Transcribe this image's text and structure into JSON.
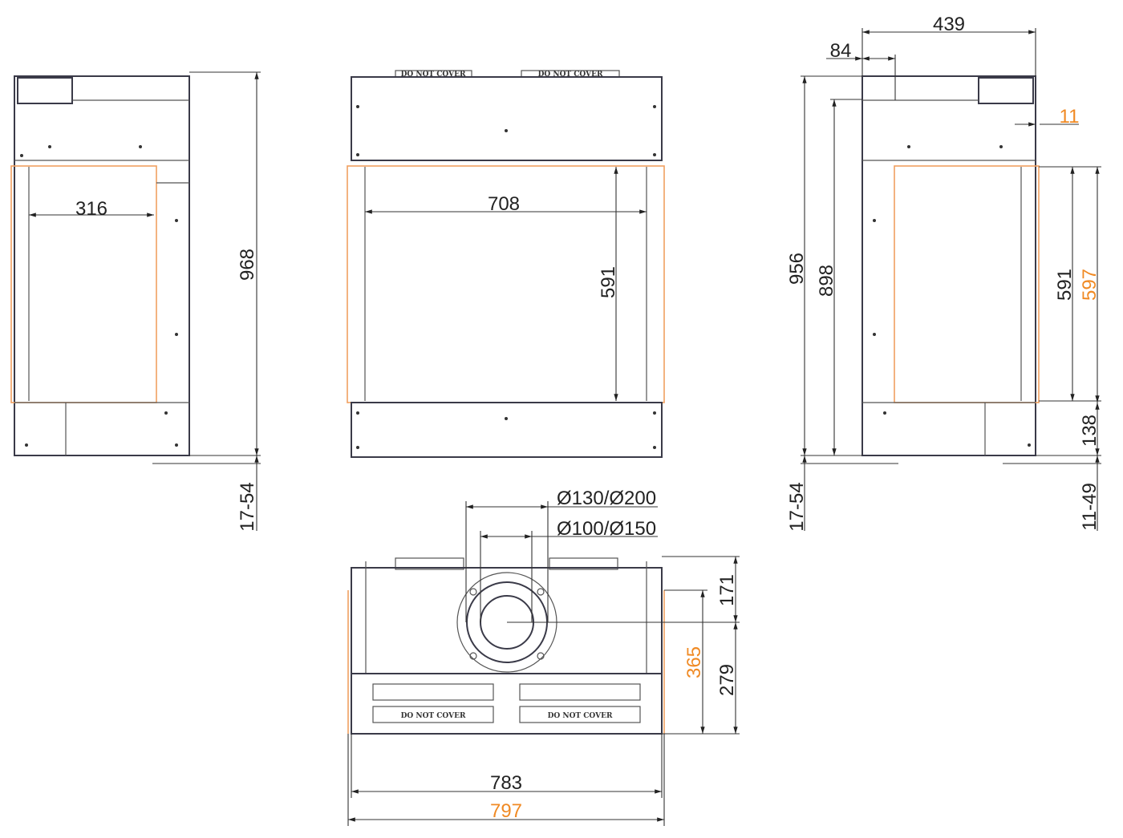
{
  "colors": {
    "line": "#3a3a48",
    "accent": "#f08a24"
  },
  "labels": {
    "do_not_cover": "DO NOT COVER"
  },
  "left_view": {
    "width_inner": "316",
    "height": "968",
    "feet": "17-54"
  },
  "front_view": {
    "glass_width": "708",
    "glass_height": "591"
  },
  "right_view": {
    "depth": "439",
    "offset": "84",
    "offset_small": "11",
    "height_total": "956",
    "height_body": "898",
    "glass_height": "591",
    "glass_height_outer": "597",
    "base_height": "138",
    "feet": "11-49",
    "feet_left": "17-54"
  },
  "top_view": {
    "flue_outer": "Ø130/Ø200",
    "flue_inner": "Ø100/Ø150",
    "flue_center_back": "171",
    "flue_center_front": "279",
    "depth_glass": "365",
    "width": "783",
    "width_outer": "797"
  }
}
